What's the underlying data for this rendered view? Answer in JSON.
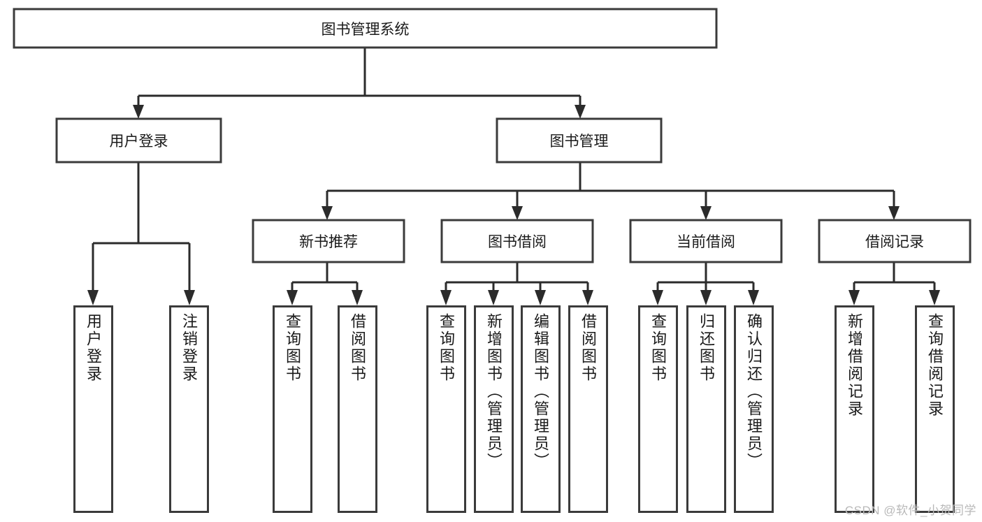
{
  "diagram": {
    "type": "tree-hierarchy",
    "title": "图书管理系统",
    "orientation": "top-down",
    "watermark": "CSDN @软件_小贺同学",
    "colors": {
      "background": "#ffffff",
      "box_border": "#3b3b3b",
      "box_fill": "#ffffff",
      "connector": "#2b2b2b",
      "text": "#1a1a1a",
      "watermark": "#b9b9b9"
    },
    "root": {
      "id": "root",
      "label": "图书管理系统"
    },
    "level2": [
      {
        "id": "n_user_login",
        "label": "用户登录"
      },
      {
        "id": "n_book_mgmt",
        "label": "图书管理"
      }
    ],
    "level3": [
      {
        "id": "n_new_book",
        "label": "新书推荐",
        "parent": "n_book_mgmt"
      },
      {
        "id": "n_borrow",
        "label": "图书借阅",
        "parent": "n_book_mgmt"
      },
      {
        "id": "n_current",
        "label": "当前借阅",
        "parent": "n_book_mgmt"
      },
      {
        "id": "n_record",
        "label": "借阅记录",
        "parent": "n_book_mgmt"
      }
    ],
    "leaves": [
      {
        "id": "l1",
        "label": "用户登录",
        "parent": "n_user_login"
      },
      {
        "id": "l2",
        "label": "注销登录",
        "parent": "n_user_login"
      },
      {
        "id": "l3",
        "label": "查询图书",
        "parent": "n_new_book"
      },
      {
        "id": "l4",
        "label": "借阅图书",
        "parent": "n_new_book"
      },
      {
        "id": "l5",
        "label": "查询图书",
        "parent": "n_borrow"
      },
      {
        "id": "l6",
        "label": "新增图书（管理员）",
        "parent": "n_borrow"
      },
      {
        "id": "l7",
        "label": "编辑图书（管理员）",
        "parent": "n_borrow"
      },
      {
        "id": "l8",
        "label": "借阅图书",
        "parent": "n_borrow"
      },
      {
        "id": "l9",
        "label": "查询图书",
        "parent": "n_current"
      },
      {
        "id": "l10",
        "label": "归还图书",
        "parent": "n_current"
      },
      {
        "id": "l11",
        "label": "确认归还（管理员）",
        "parent": "n_current"
      },
      {
        "id": "l12",
        "label": "新增借阅记录",
        "parent": "n_record"
      },
      {
        "id": "l13",
        "label": "查询借阅记录",
        "parent": "n_record"
      }
    ]
  }
}
